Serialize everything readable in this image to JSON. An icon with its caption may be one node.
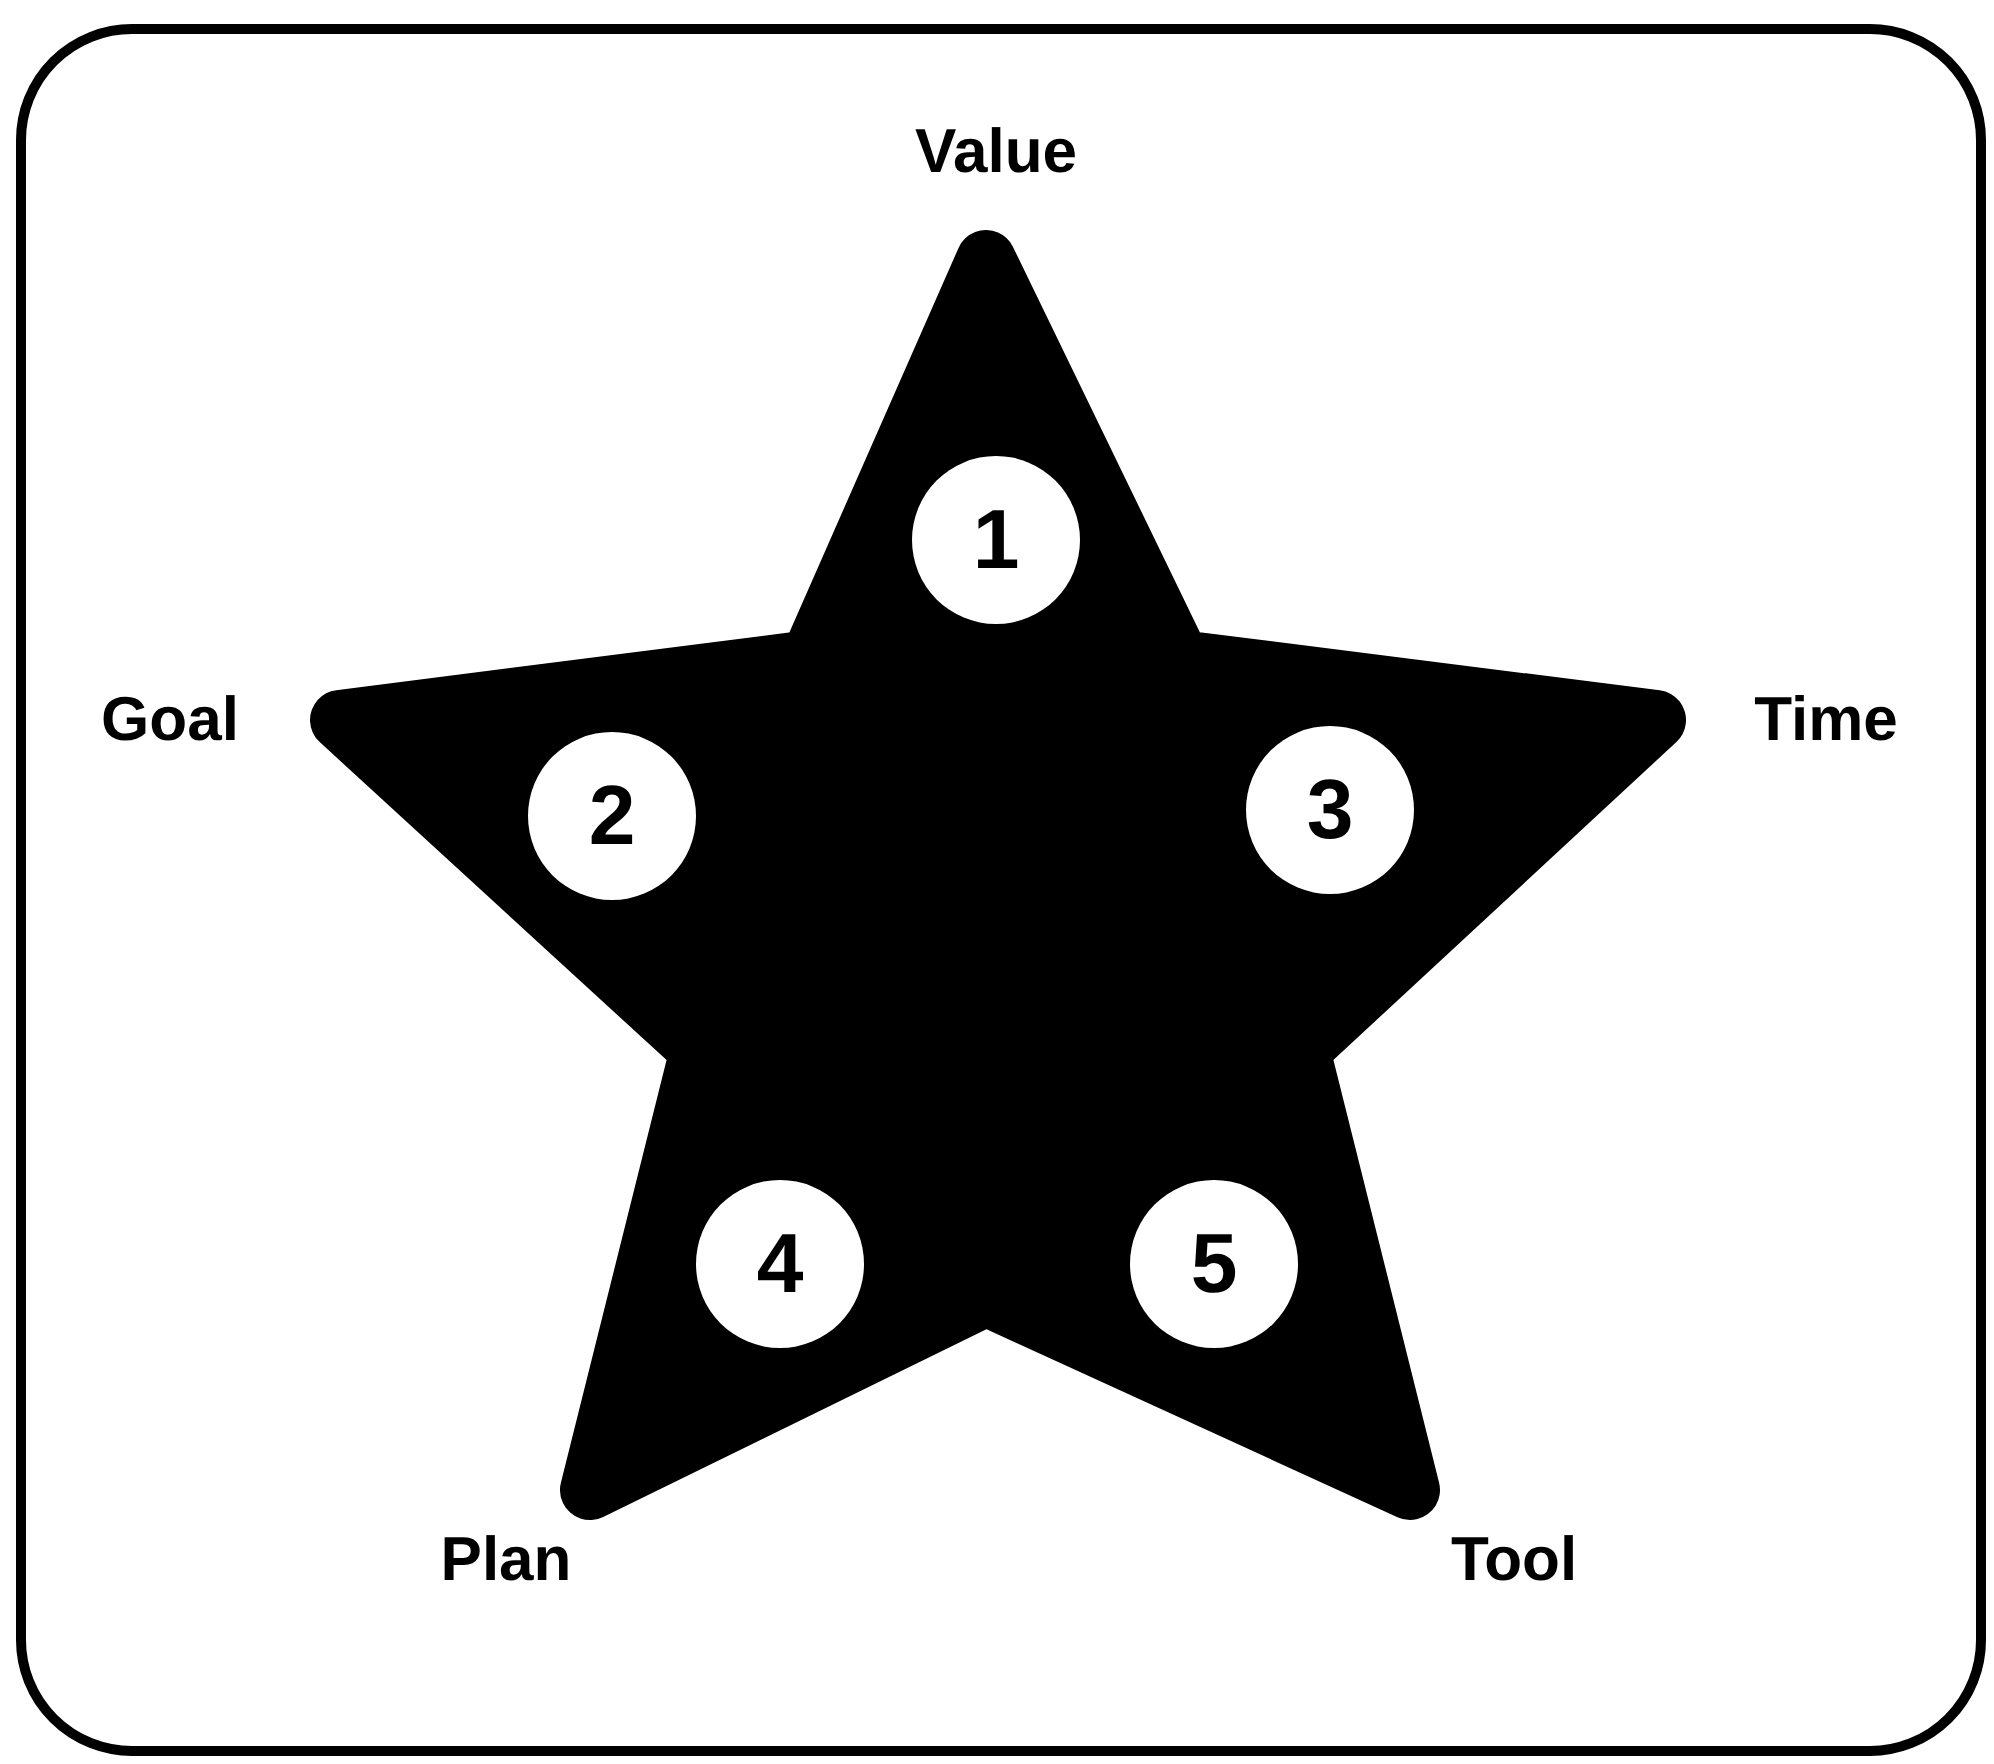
{
  "diagram": {
    "nodes": [
      {
        "text": [],
        "shape": "star"
      },
      {
        "text": [
          "1"
        ],
        "in": 0
      },
      {
        "text": [
          "2"
        ],
        "in": 0
      },
      {
        "text": [
          "3"
        ],
        "in": 0
      },
      {
        "text": [
          "4"
        ],
        "in": 0
      },
      {
        "text": [
          "5"
        ],
        "in": 0
      }
    ],
    "labels": [
      "Value",
      "Goal",
      "Time",
      "Plan",
      "Tool"
    ]
  }
}
